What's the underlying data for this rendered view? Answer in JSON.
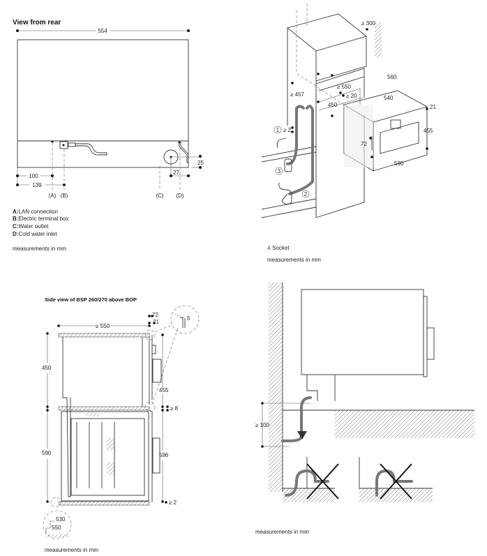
{
  "rear_view": {
    "title": "View from rear",
    "dims": {
      "width": "554",
      "a": "100",
      "b": "139",
      "d_offset": "27",
      "d_height": "25"
    },
    "markers": {
      "a": "(A)",
      "b": "(B)",
      "c": "(C)",
      "d": "(D)"
    },
    "legend": [
      {
        "key": "A:",
        "text": "LAN connection"
      },
      {
        "key": "B:",
        "text": "Electric terminal box"
      },
      {
        "key": "C:",
        "text": "Water outlet"
      },
      {
        "key": "D:",
        "text": "Cold water inlet"
      }
    ],
    "note": "measurements in mm"
  },
  "iso_view": {
    "dims": {
      "top": "≥ 300",
      "d560": "560",
      "d550": "≥ 550",
      "d20": "≥ 20",
      "d540": "540",
      "d21": "21",
      "d457": "≥ 457",
      "d450": "450",
      "d2": "≥ 2",
      "d72": "72",
      "d455": "455",
      "d590": "590"
    },
    "callouts": [
      "1",
      "2",
      "3"
    ],
    "socket_label": "Socket",
    "note": "measurements in mm"
  },
  "side_view": {
    "title": "Side view of BSP 260/270 above BOP",
    "dims": {
      "d550": "≥ 550",
      "d72": "72",
      "d21": "21",
      "d5": "5",
      "d450": "450",
      "d455": "455",
      "d8": "≥ 8",
      "d590": "590",
      "d596": "596",
      "d2": "≥ 2",
      "d530": "530",
      "d550b": "550"
    },
    "note": "measurements in mm"
  },
  "drain_view": {
    "dims": {
      "d100": "≥ 100"
    },
    "note": "measurements in mm"
  }
}
